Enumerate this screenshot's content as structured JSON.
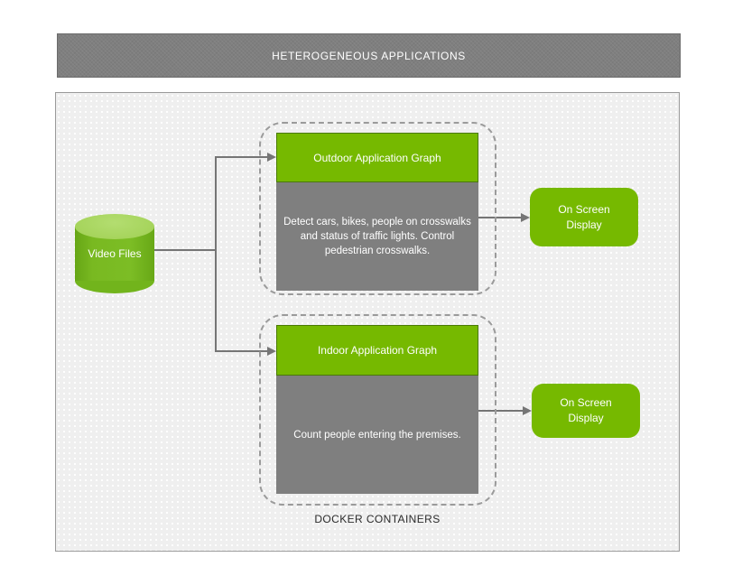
{
  "banner": {
    "title": "HETEROGENEOUS APPLICATIONS"
  },
  "nodes": {
    "video_files": {
      "label": "Video Files"
    },
    "outdoor": {
      "title": "Outdoor Application Graph",
      "description": "Detect cars, bikes, people on crosswalks and status of traffic lights. Control pedestrian crosswalks."
    },
    "indoor": {
      "title": "Indoor Application Graph",
      "description": "Count people entering the premises."
    },
    "osd_top": {
      "label": "On Screen Display"
    },
    "osd_bottom": {
      "label": "On Screen Display"
    }
  },
  "labels": {
    "docker_containers": "DOCKER CONTAINERS"
  },
  "colors": {
    "accent_green": "#76b900",
    "green_border": "#4a7a00",
    "cylinder_top_green": "#a6d45c",
    "gray_fill": "#7f7f7f",
    "panel_background": "#efefef",
    "connector_line": "#757575"
  }
}
